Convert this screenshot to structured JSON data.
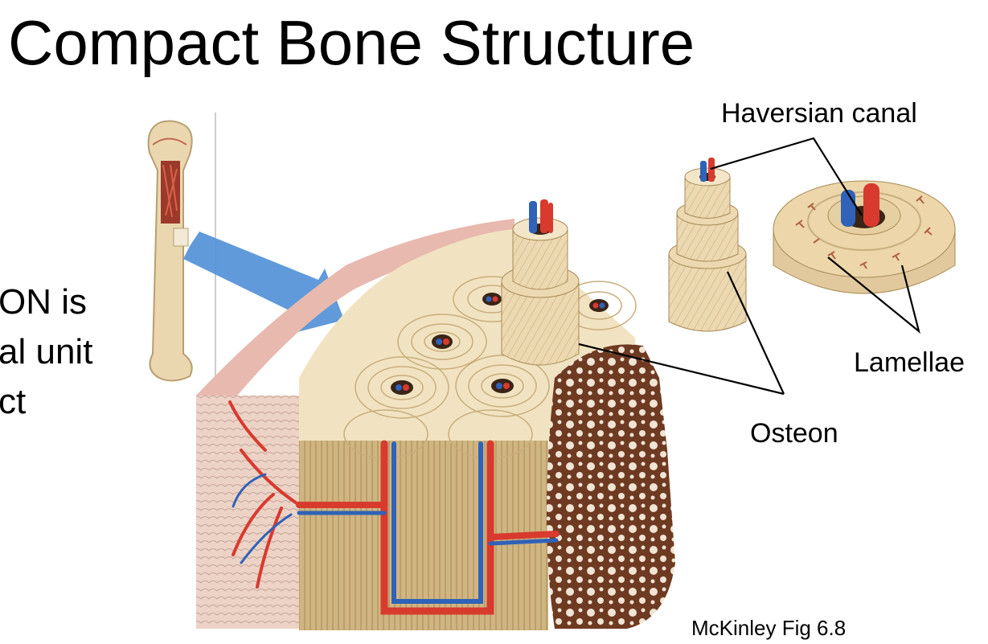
{
  "slide": {
    "title": "Compact Bone Structure",
    "side_text": [
      "ON is",
      "al unit",
      "ct"
    ],
    "labels": {
      "haversian_canal": "Haversian canal",
      "lamellae": "Lamellae",
      "osteon": "Osteon"
    },
    "credit": "McKinley Fig 6.8"
  },
  "colors": {
    "bone": "#e9d6ad",
    "bone_dark": "#c9ad7c",
    "artery": "#d83a2e",
    "vein": "#2f62b8",
    "spongy": "#8a4e32",
    "arrow": "#4f8fd6",
    "periosteum": "#e8b9ae"
  }
}
